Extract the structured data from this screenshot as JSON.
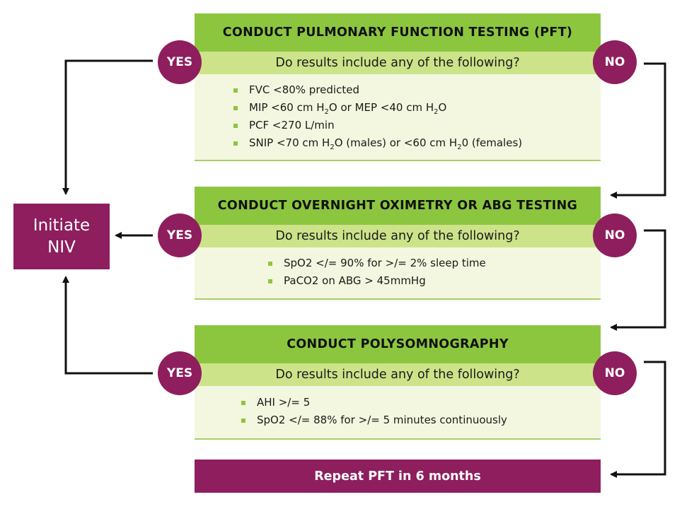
{
  "steps": [
    {
      "header": "CONDUCT PULMONARY FUNCTION TESTING (PFT)",
      "question": "Do results include any of the following?",
      "yes": "YES",
      "no": "NO",
      "criteria": [
        "FVC <80% predicted",
        "MIP <60 cm H2O or MEP <40 cm H2O",
        "PCF <270 L/min",
        "SNIP <70 cm H2O (males) or <60 cm H20 (females)"
      ]
    },
    {
      "header": "CONDUCT OVERNIGHT OXIMETRY OR ABG TESTING",
      "question": "Do results include any of the following?",
      "yes": "YES",
      "no": "NO",
      "criteria": [
        "SpO2 </= 90% for >/= 2% sleep time",
        "PaCO2 on ABG > 45mmHg"
      ]
    },
    {
      "header": "CONDUCT POLYSOMNOGRAPHY",
      "question": "Do results include any of the following?",
      "yes": "YES",
      "no": "NO",
      "criteria": [
        "AHI >/= 5",
        "SpO2 </= 88% for >/= 5 minutes continuously"
      ]
    }
  ],
  "initiate": "Initiate\nNIV",
  "repeat": "Repeat PFT in 6 months",
  "colors": {
    "header_green": "#8cc63f",
    "question_green": "#cde38a",
    "criteria_bg": "#f3f7df",
    "purple": "#8e1e5e"
  }
}
